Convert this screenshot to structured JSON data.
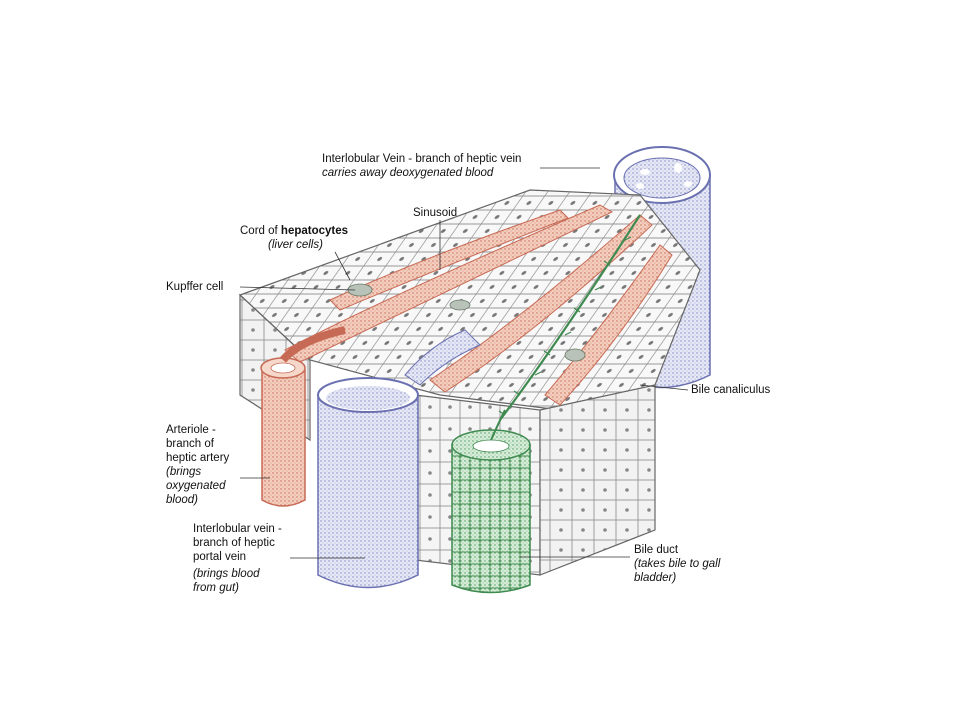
{
  "labels": {
    "interlobular_vein_hepatic": {
      "name": "Interlobular Vein - branch of heptic vein",
      "desc": "carries away deoxygenated blood"
    },
    "sinusoid": {
      "name": "Sinusoid"
    },
    "cord": {
      "prefix": "Cord of ",
      "bold": "hepatocytes",
      "desc": "(liver cells)"
    },
    "kupffer": {
      "name": "Kupffer cell"
    },
    "bile_canaliculus": {
      "name": "Bile canaliculus"
    },
    "arteriole": {
      "lines": [
        "Arteriole -",
        "branch of",
        "heptic artery"
      ],
      "desc": [
        "(brings",
        "oxygenated",
        "blood)"
      ]
    },
    "interlobular_vein_portal": {
      "lines": [
        "Interlobular vein -",
        "branch of heptic",
        "portal vein"
      ],
      "desc": [
        "(brings blood",
        "from gut)"
      ]
    },
    "bile_duct": {
      "name": "Bile duct",
      "desc": [
        "(takes bile to gall",
        "bladder)"
      ]
    }
  },
  "colors": {
    "vein_blue": "#7f86c4",
    "vein_fill": "#e4e6f3",
    "sinusoid_red": "#d9826e",
    "sinusoid_fill": "#f1c3b3",
    "bile_green": "#5aa86a",
    "bile_fill": "#cfe8d2",
    "cell_line": "#7a7a7a",
    "cell_fill": "#f7f7f7"
  }
}
